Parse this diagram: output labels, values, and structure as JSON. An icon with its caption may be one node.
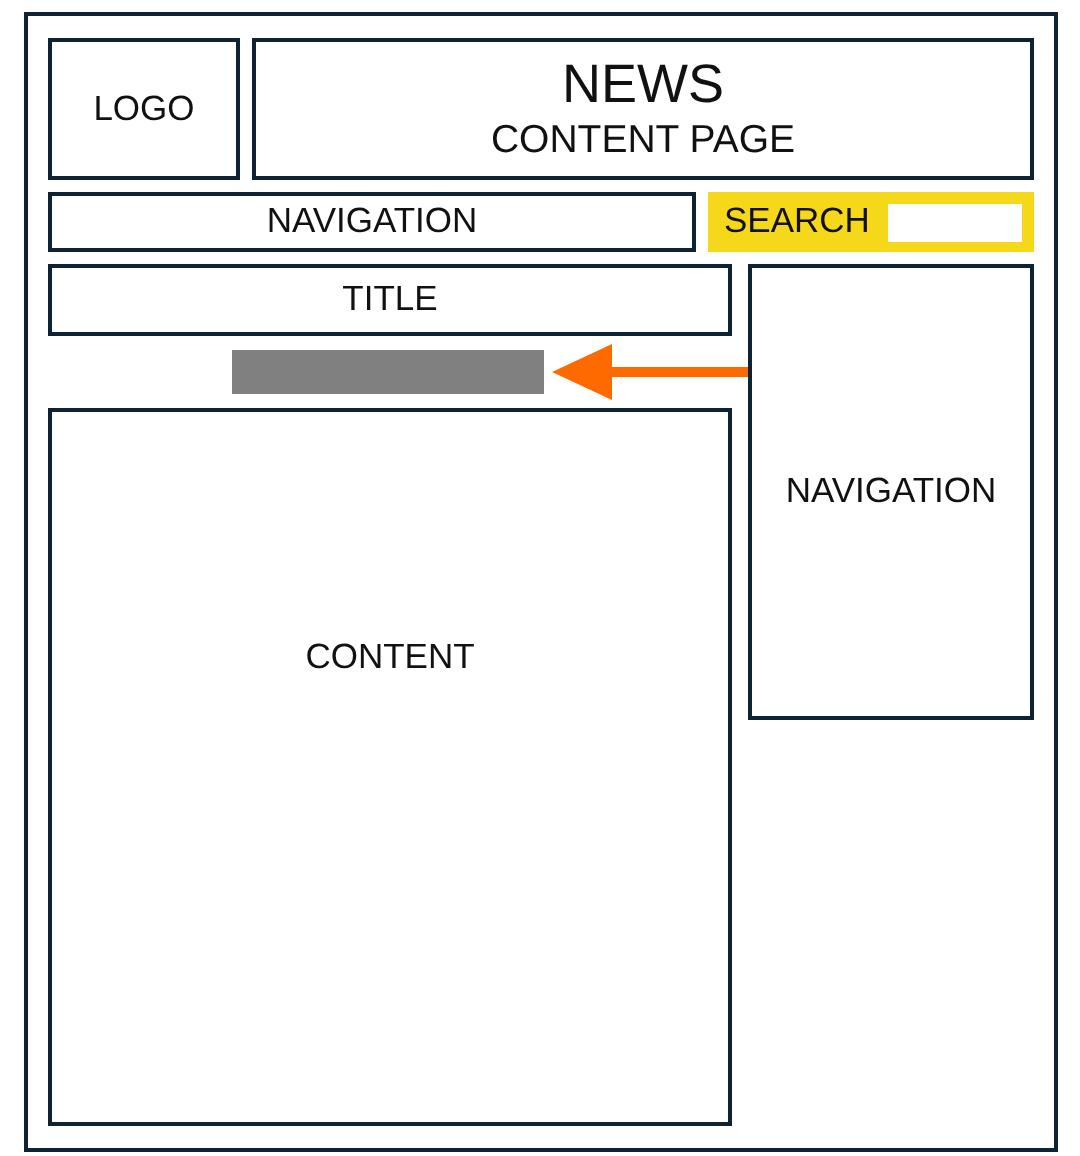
{
  "diagram": {
    "nodes": [
      {
        "text": [],
        "shape": "box"
      },
      {
        "text": [
          "LOGO"
        ],
        "in": 0
      },
      {
        "text": [
          "NEWS",
          "CONTENT PAGE"
        ],
        "in": 0
      },
      {
        "text": [
          "NAVIGATION"
        ],
        "in": 0
      },
      {
        "text": [
          "SEARCH"
        ],
        "in": 0
      },
      {
        "text": [],
        "shape": "box",
        "in": 4
      },
      {
        "text": [
          "TITLE"
        ],
        "in": 0
      },
      {
        "text": [
          "NAVIGATION"
        ],
        "in": 0
      },
      {
        "text": [],
        "shape": "bar",
        "in": 0
      },
      {
        "text": [
          "CONTENT"
        ],
        "in": 0
      }
    ],
    "edges": [
      {
        "from": 7,
        "to": 8,
        "arrow": "to",
        "color": "#ff6a00"
      }
    ]
  }
}
